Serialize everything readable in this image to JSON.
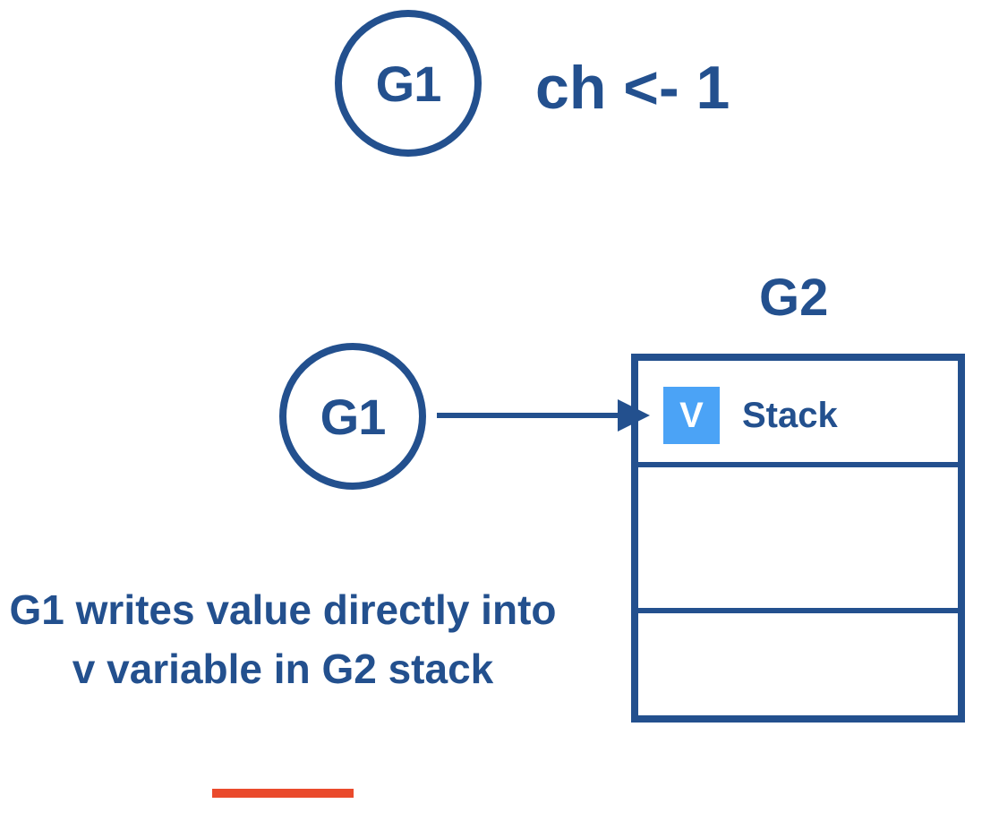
{
  "top_goroutine": {
    "label": "G1"
  },
  "code": {
    "text": "ch <- 1"
  },
  "sender_goroutine": {
    "label": "G1"
  },
  "receiver": {
    "label": "G2",
    "variable_badge": "V",
    "section_label": "Stack"
  },
  "caption": {
    "text": "G1 writes value directly into v variable in G2 stack"
  },
  "colors": {
    "primary": "#23508e",
    "badge": "#4ba3f6",
    "accent": "#ea4a2c"
  }
}
